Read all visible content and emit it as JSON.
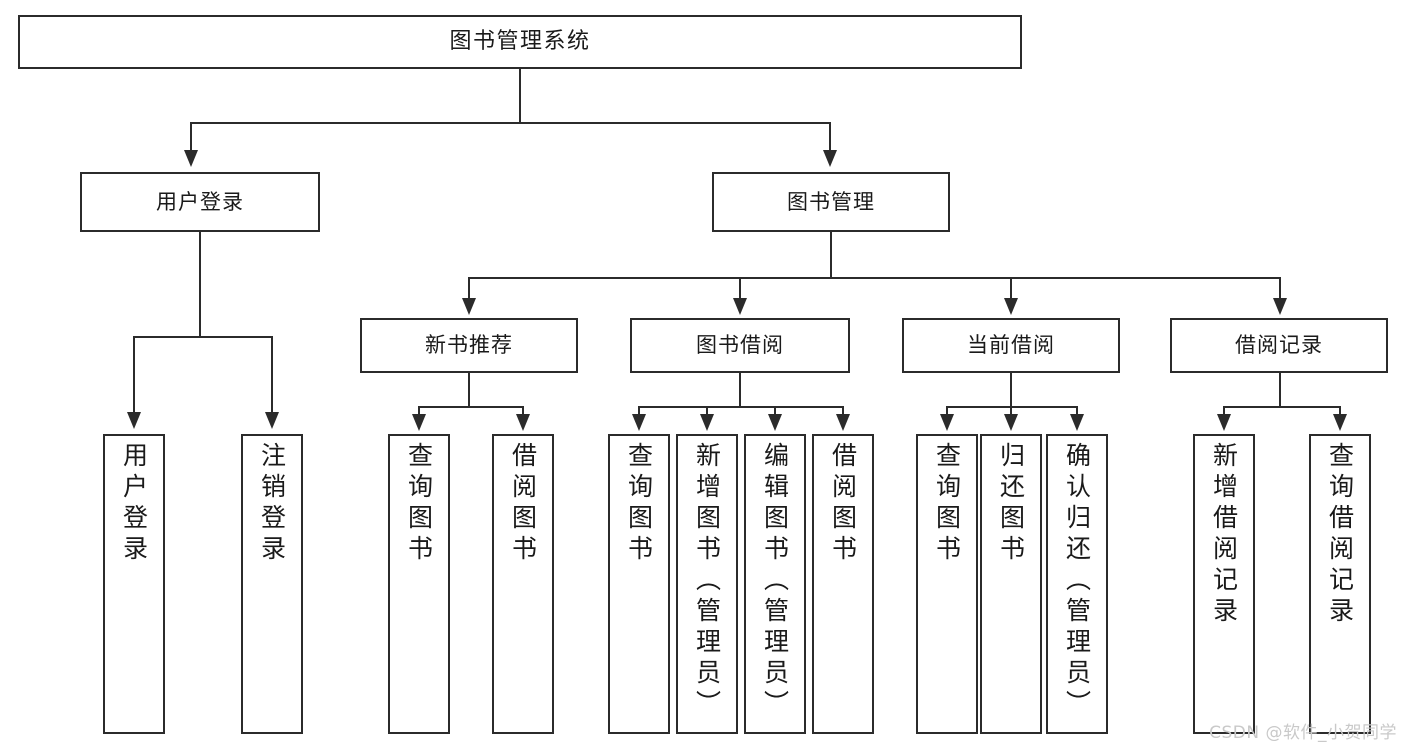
{
  "diagram": {
    "title": "图书管理系统",
    "type": "tree-hierarchy",
    "watermark": "CSDN @软件_小贺同学",
    "colors": {
      "background": "#ffffff",
      "stroke": "#2b2b2b",
      "text": "#1a1a1a",
      "watermark": "#c9c9c9"
    },
    "root": {
      "label": "图书管理系统"
    },
    "level1": [
      {
        "label": "用户登录"
      },
      {
        "label": "图书管理"
      }
    ],
    "level2": [
      {
        "label": "新书推荐"
      },
      {
        "label": "图书借阅"
      },
      {
        "label": "当前借阅"
      },
      {
        "label": "借阅记录"
      }
    ],
    "leaves": {
      "user_login": [
        {
          "label": "用户登录"
        },
        {
          "label": "注销登录"
        }
      ],
      "new_book_recommend": [
        {
          "label": "查询图书"
        },
        {
          "label": "借阅图书"
        }
      ],
      "book_borrow": [
        {
          "label": "查询图书"
        },
        {
          "label": "新增图书（管理员）"
        },
        {
          "label": "编辑图书（管理员）"
        },
        {
          "label": "借阅图书"
        }
      ],
      "current_borrow": [
        {
          "label": "查询图书"
        },
        {
          "label": "归还图书"
        },
        {
          "label": "确认归还（管理员）"
        }
      ],
      "borrow_record": [
        {
          "label": "新增借阅记录"
        },
        {
          "label": "查询借阅记录"
        }
      ]
    }
  }
}
